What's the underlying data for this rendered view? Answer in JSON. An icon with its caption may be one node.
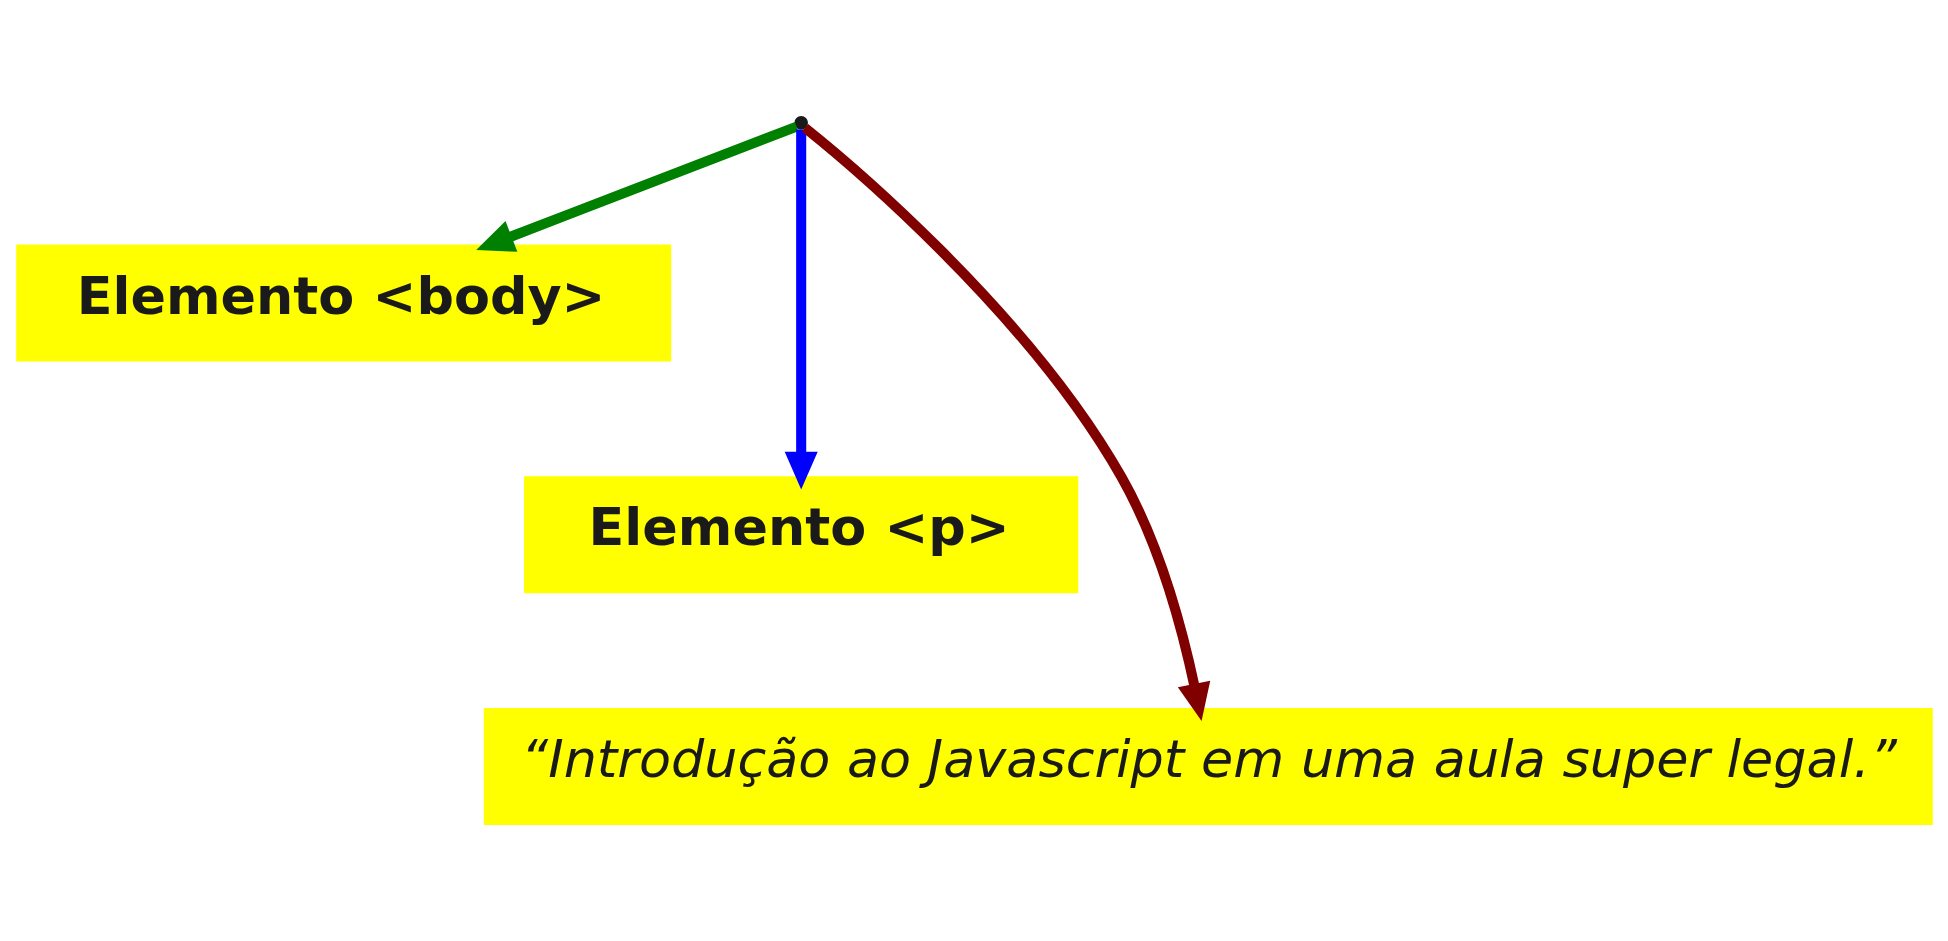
{
  "diagram": {
    "nodes": [
      {
        "text": [
          "Elemento <body>"
        ]
      },
      {
        "text": [
          "Elemento <p>"
        ]
      },
      {
        "text": [
          "“Introdução ao Javascript em uma aula super legal.”"
        ]
      }
    ],
    "edges": [
      {
        "from": null,
        "to": 0,
        "arrow": "to",
        "color": "#008000"
      },
      {
        "from": null,
        "to": 1,
        "arrow": "to",
        "color": "#0000ff"
      },
      {
        "from": null,
        "to": 2,
        "arrow": "to",
        "color": "#800000"
      }
    ]
  }
}
